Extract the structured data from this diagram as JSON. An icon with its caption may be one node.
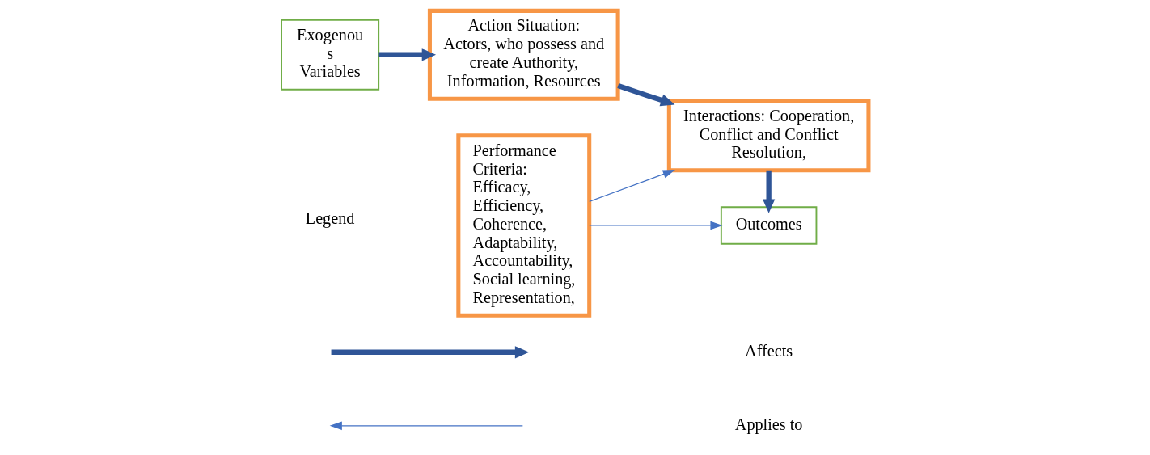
{
  "diagram": {
    "nodes": [
      {
        "text": [
          "Exogenou s Variables"
        ]
      },
      {
        "text": [
          "Action Situation: Actors, who possess and create Authority, Information, Resources"
        ]
      },
      {
        "text": [
          "Interactions: Cooperation, Conflict and Conflict Resolution,"
        ]
      },
      {
        "text": [
          "Outcomes"
        ]
      },
      {
        "text": [
          "Performance Criteria: Efficacy, Efficiency, Coherence, Adaptability, Accountability, Social learning, Representation,"
        ]
      }
    ],
    "edges": [
      {
        "from": 0,
        "to": 1,
        "arrow": "to"
      },
      {
        "from": 1,
        "to": 2,
        "arrow": "to"
      },
      {
        "from": 2,
        "to": 3,
        "arrow": "to"
      },
      {
        "from": 4,
        "to": 2,
        "arrow": "to",
        "color": "#4472c4"
      },
      {
        "from": 4,
        "to": 3,
        "arrow": "to",
        "color": "#4472c4"
      }
    ],
    "labels": [
      "Legend"
    ],
    "legend": [
      {
        "text": "Affects"
      },
      {
        "text": "Applies to"
      }
    ]
  }
}
